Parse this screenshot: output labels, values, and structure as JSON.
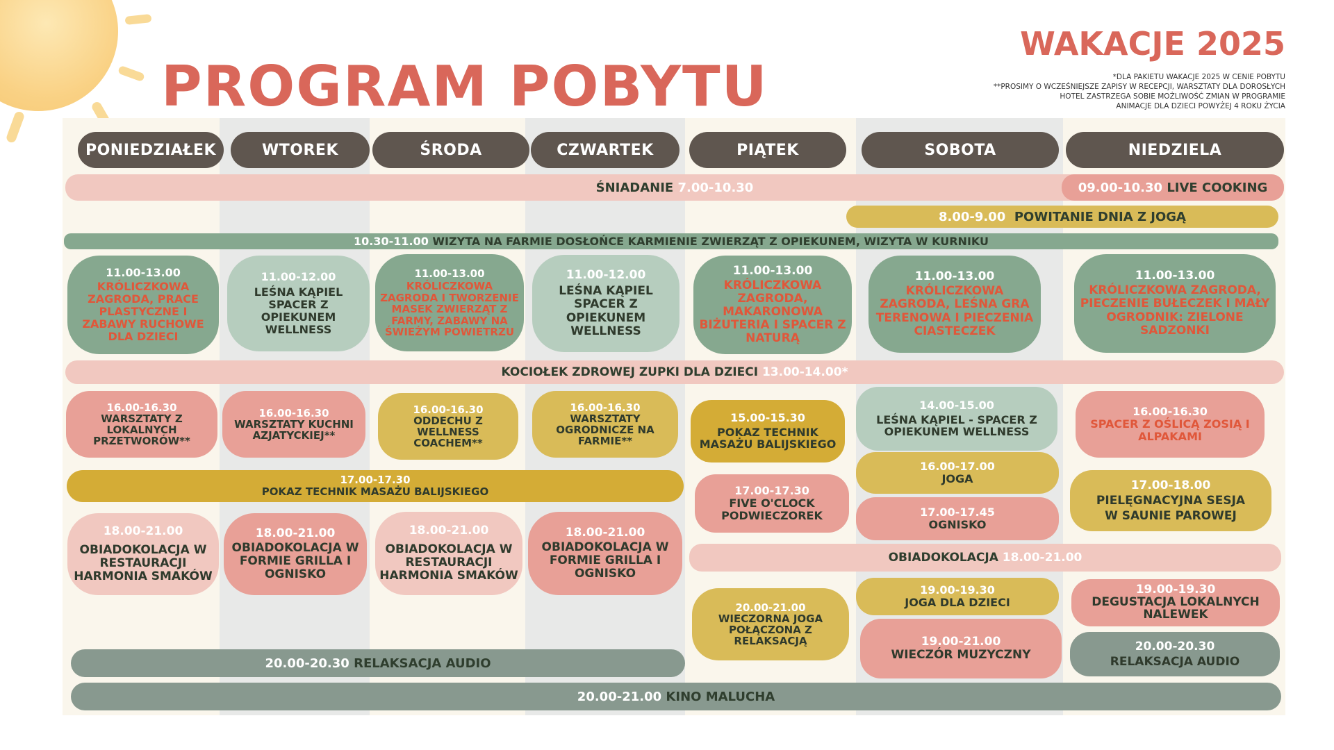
{
  "header": {
    "title": "PROGRAM POBYTU",
    "subtitle": "WAKACJE 2025",
    "notes": [
      "*DLA PAKIETU WAKACJE 2025 W CENIE POBYTU",
      "**PROSIMY O WCZEŚNIEJSZE ZAPISY W RECEPCJI, WARSZTATY DLA DOROSŁYCH",
      "HOTEL ZASTRZEGA SOBIE MOŻLIWOŚĆ ZMIAN W PROGRAMIE",
      "ANIMACJE DLA DZIECI POWYŻEJ 4 ROKU ŻYCIA"
    ]
  },
  "days": [
    "PONIEDZIAŁEK",
    "WTOREK",
    "ŚRODA",
    "CZWARTEK",
    "PIĄTEK",
    "SOBOTA",
    "NIEDZIELA"
  ],
  "colors": {
    "title_red": "#d9675a",
    "day_pill": "#5f564f",
    "green": "#86a88f",
    "pale_green": "#b6cdbe",
    "pink": "#e8a097",
    "pale_pink": "#f1c8c0",
    "yellow": "#d9bb58",
    "grey_green": "#88998f",
    "red_text": "#e0573a"
  },
  "bands": {
    "breakfast": {
      "label": "ŚNIADANIE",
      "time": "7.00-10.30"
    },
    "live_cooking": {
      "time": "09.00-10.30",
      "label": "LIVE COOKING"
    },
    "yoga_morning": {
      "time": "8.00-9.00",
      "label": "POWITANIE DNIA Z JOGĄ"
    },
    "farm": {
      "time": "10.30-11.00",
      "label": "WIZYTA NA FARMIE DOSŁOŃCE KARMIENIE ZWIERZĄT Z OPIEKUNEM, WIZYTA W KURNIKU"
    },
    "soup": {
      "label": "KOCIOŁEK ZDROWEJ ZUPKI DLA DZIECI",
      "time": "13.00-14.00*"
    },
    "bali": {
      "time": "17.00-17.30",
      "label": "POKAZ TECHNIK MASAŻU BALIJSKIEGO"
    },
    "dinner_fri_sat": {
      "label": "OBIADOKOLACJA",
      "time": "18.00-21.00"
    },
    "audio": {
      "time": "20.00-20.30",
      "label": "RELAKSACJA AUDIO"
    },
    "kino": {
      "time": "20.00-21.00",
      "label": "KINO MALUCHA"
    }
  },
  "morning": [
    {
      "time": "11.00-13.00",
      "text": "KRÓLICZKOWA ZAGRODA, PRACE PLASTYCZNE I ZABAWY RUCHOWE DLA DZIECI"
    },
    {
      "time": "11.00-12.00",
      "text": "LEŚNA KĄPIEL SPACER Z OPIEKUNEM WELLNESS"
    },
    {
      "time": "11.00-13.00",
      "text": "KRÓLICZKOWA ZAGRODA I TWORZENIE MASEK ZWIERZĄT Z FARMY, ZABAWY NA ŚWIEŻYM POWIETRZU"
    },
    {
      "time": "11.00-12.00",
      "text": "LEŚNA KĄPIEL SPACER Z OPIEKUNEM WELLNESS"
    },
    {
      "time": "11.00-13.00",
      "text": "KRÓLICZKOWA ZAGRODA, MAKARONOWA BIŻUTERIA I SPACER Z NATURĄ"
    },
    {
      "time": "11.00-13.00",
      "text": "KRÓLICZKOWA ZAGRODA, LEŚNA GRA TERENOWA I PIECZENIA CIASTECZEK"
    },
    {
      "time": "11.00-13.00",
      "text": "KRÓLICZKOWA ZAGRODA, PIECZENIE BUŁECZEK I MAŁY OGRODNIK: ZIELONE SADZONKI"
    }
  ],
  "afternoon": [
    {
      "time": "16.00-16.30",
      "text": "WARSZTATY Z LOKALNYCH PRZETWORÓW**"
    },
    {
      "time": "16.00-16.30",
      "text": "WARSZTATY KUCHNI AZJATYCKIEJ**"
    },
    {
      "time": "16.00-16.30",
      "text": "ODDECHU Z WELLNESS COACHEM**"
    },
    {
      "time": "16.00-16.30",
      "text": "WARSZTATY OGRODNICZE NA FARMIE**"
    },
    {
      "time": "15.00-15.30",
      "text": "POKAZ TECHNIK MASAŻU BALIJSKIEGO"
    },
    {
      "time": "14.00-15.00",
      "text": "LEŚNA KĄPIEL - SPACER Z OPIEKUNEM WELLNESS"
    },
    {
      "time": "16.00-16.30",
      "text": "SPACER Z OŚLICĄ ZOSIĄ I ALPAKAMI"
    }
  ],
  "evening": {
    "fri_tea": {
      "time": "17.00-17.30",
      "text": "FIVE O'CLOCK PODWIECZOREK"
    },
    "sat_yoga": {
      "time": "16.00-17.00",
      "text": "JOGA"
    },
    "sat_fire": {
      "time": "17.00-17.45",
      "text": "OGNISKO"
    },
    "sun_sauna": {
      "time": "17.00-18.00",
      "text": "PIELĘGNACYJNA SESJA W SAUNIE PAROWEJ"
    },
    "mon_dinner": {
      "time": "18.00-21.00",
      "text": "OBIADOKOLACJA W RESTAURACJI HARMONIA SMAKÓW"
    },
    "tue_dinner": {
      "time": "18.00-21.00",
      "text": "OBIADOKOLACJA W FORMIE GRILLA I OGNISKO"
    },
    "wed_dinner": {
      "time": "18.00-21.00",
      "text": "OBIADOKOLACJA W RESTAURACJI HARMONIA SMAKÓW"
    },
    "thu_dinner": {
      "time": "18.00-21.00",
      "text": "OBIADOKOLACJA W FORMIE GRILLA I OGNISKO"
    },
    "fri_yoga": {
      "time": "20.00-21.00",
      "text": "WIECZORNA JOGA POŁĄCZONA Z RELAKSACJĄ"
    },
    "sat_kids_yoga": {
      "time": "19.00-19.30",
      "text": "JOGA DLA DZIECI"
    },
    "sat_music": {
      "time": "19.00-21.00",
      "text": "WIECZÓR MUZYCZNY"
    },
    "sun_tasting": {
      "time": "19.00-19.30",
      "text": "DEGUSTACJA LOKALNYCH NALEWEK"
    },
    "sun_audio": {
      "time": "20.00-20.30",
      "text": "RELAKSACJA AUDIO"
    }
  }
}
